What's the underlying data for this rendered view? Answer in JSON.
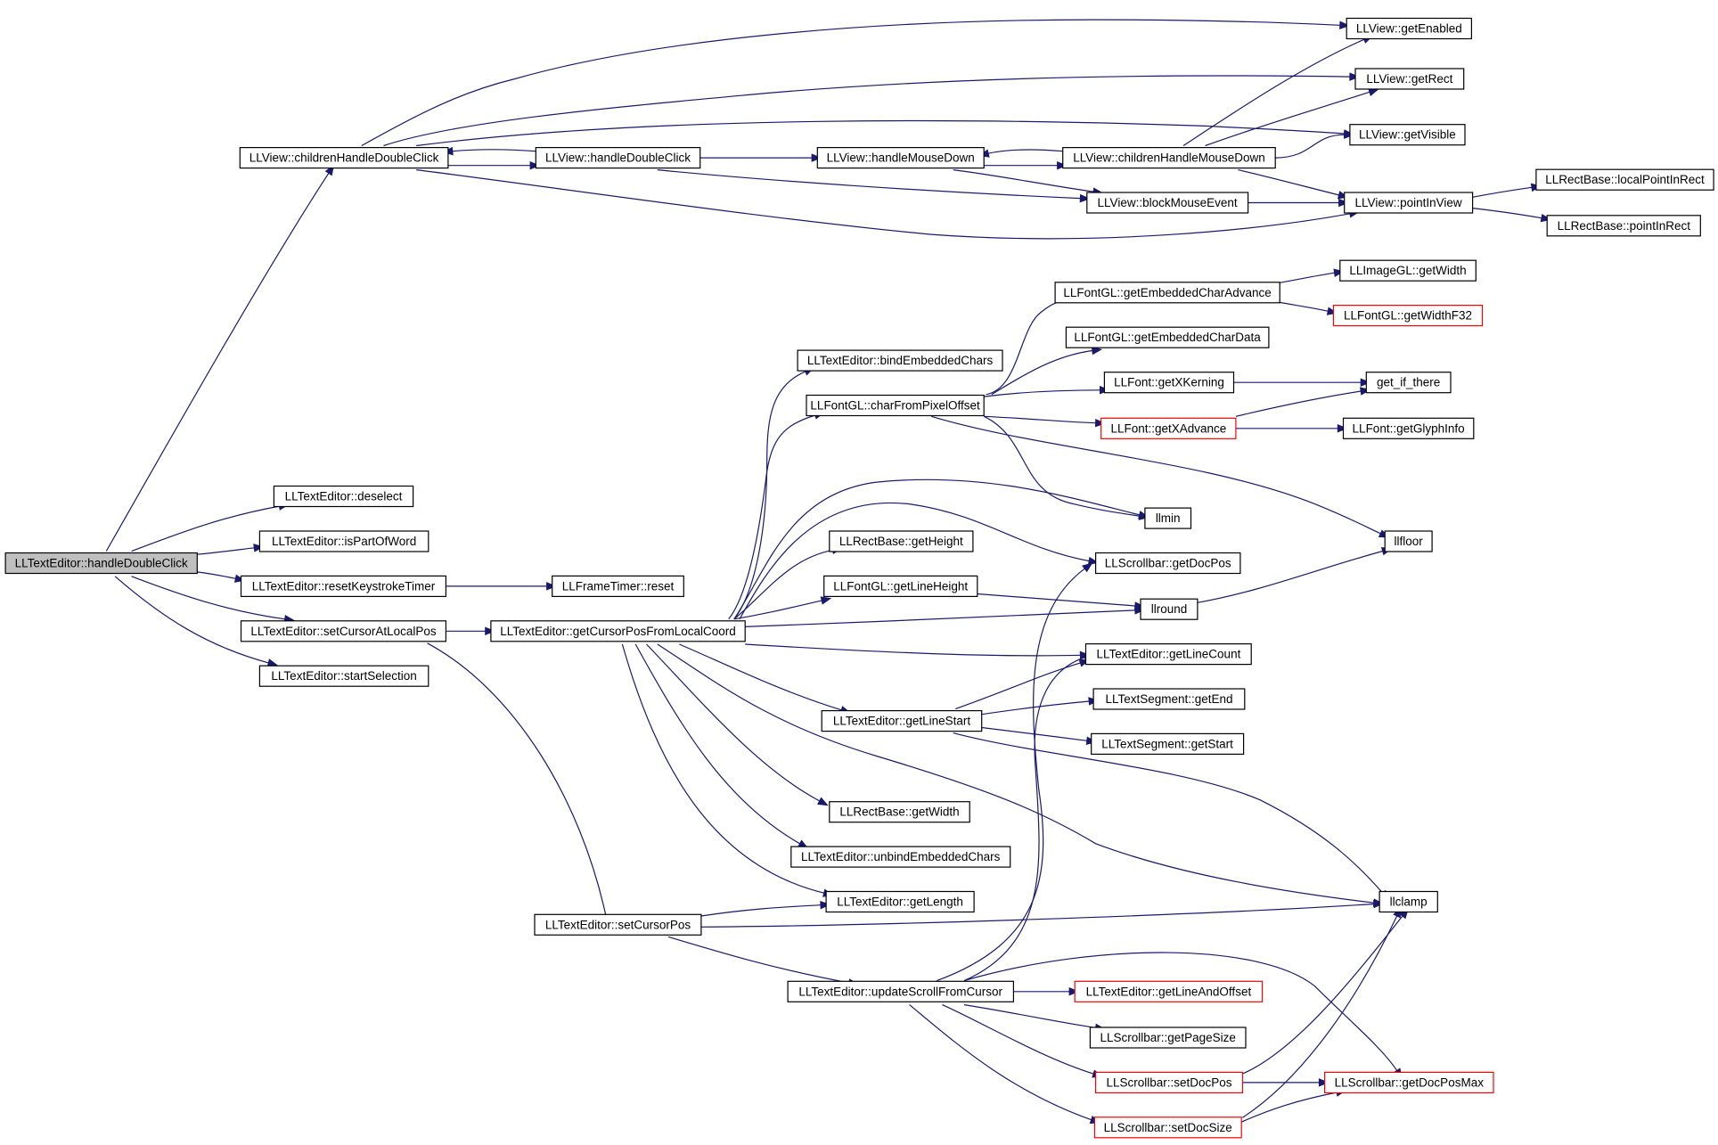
{
  "graph": {
    "nodes": [
      {
        "id": "n0",
        "label": "LLTextEditor::handleDoubleClick",
        "style": "root"
      },
      {
        "id": "n1",
        "label": "LLView::childrenHandleDoubleClick",
        "style": "normal"
      },
      {
        "id": "n2",
        "label": "LLView::handleDoubleClick",
        "style": "normal"
      },
      {
        "id": "n3",
        "label": "LLView::handleMouseDown",
        "style": "normal"
      },
      {
        "id": "n4",
        "label": "LLView::childrenHandleMouseDown",
        "style": "normal"
      },
      {
        "id": "n5",
        "label": "LLView::getEnabled",
        "style": "normal"
      },
      {
        "id": "n6",
        "label": "LLView::getRect",
        "style": "normal"
      },
      {
        "id": "n7",
        "label": "LLView::getVisible",
        "style": "normal"
      },
      {
        "id": "n8",
        "label": "LLView::blockMouseEvent",
        "style": "normal"
      },
      {
        "id": "n9",
        "label": "LLView::pointInView",
        "style": "normal"
      },
      {
        "id": "n10",
        "label": "LLRectBase::localPointInRect",
        "style": "normal"
      },
      {
        "id": "n11",
        "label": "LLRectBase::pointInRect",
        "style": "normal"
      },
      {
        "id": "n12",
        "label": "LLTextEditor::deselect",
        "style": "normal"
      },
      {
        "id": "n13",
        "label": "LLTextEditor::isPartOfWord",
        "style": "normal"
      },
      {
        "id": "n14",
        "label": "LLTextEditor::resetKeystrokeTimer",
        "style": "normal"
      },
      {
        "id": "n15",
        "label": "LLFrameTimer::reset",
        "style": "normal"
      },
      {
        "id": "n16",
        "label": "LLTextEditor::setCursorAtLocalPos",
        "style": "normal"
      },
      {
        "id": "n17",
        "label": "LLTextEditor::startSelection",
        "style": "normal"
      },
      {
        "id": "n18",
        "label": "LLTextEditor::getCursorPosFromLocalCoord",
        "style": "normal"
      },
      {
        "id": "n19",
        "label": "LLTextEditor::bindEmbeddedChars",
        "style": "normal"
      },
      {
        "id": "n20",
        "label": "LLFontGL::charFromPixelOffset",
        "style": "normal"
      },
      {
        "id": "n21",
        "label": "LLFontGL::getEmbeddedCharAdvance",
        "style": "normal"
      },
      {
        "id": "n22",
        "label": "LLImageGL::getWidth",
        "style": "normal"
      },
      {
        "id": "n23",
        "label": "LLFontGL::getWidthF32",
        "style": "red"
      },
      {
        "id": "n24",
        "label": "LLFontGL::getEmbeddedCharData",
        "style": "normal"
      },
      {
        "id": "n25",
        "label": "LLFont::getXKerning",
        "style": "normal"
      },
      {
        "id": "n26",
        "label": "get_if_there",
        "style": "normal"
      },
      {
        "id": "n27",
        "label": "LLFont::getXAdvance",
        "style": "red"
      },
      {
        "id": "n28",
        "label": "LLFont::getGlyphInfo",
        "style": "normal"
      },
      {
        "id": "n29",
        "label": "llmin",
        "style": "normal"
      },
      {
        "id": "n30",
        "label": "llfloor",
        "style": "normal"
      },
      {
        "id": "n31",
        "label": "LLRectBase::getHeight",
        "style": "normal"
      },
      {
        "id": "n32",
        "label": "LLScrollbar::getDocPos",
        "style": "normal"
      },
      {
        "id": "n33",
        "label": "LLFontGL::getLineHeight",
        "style": "normal"
      },
      {
        "id": "n34",
        "label": "llround",
        "style": "normal"
      },
      {
        "id": "n35",
        "label": "LLTextEditor::getLineCount",
        "style": "normal"
      },
      {
        "id": "n36",
        "label": "LLTextEditor::getLineStart",
        "style": "normal"
      },
      {
        "id": "n37",
        "label": "LLTextSegment::getEnd",
        "style": "normal"
      },
      {
        "id": "n38",
        "label": "LLTextSegment::getStart",
        "style": "normal"
      },
      {
        "id": "n39",
        "label": "LLRectBase::getWidth",
        "style": "normal"
      },
      {
        "id": "n40",
        "label": "LLTextEditor::unbindEmbeddedChars",
        "style": "normal"
      },
      {
        "id": "n41",
        "label": "LLTextEditor::getLength",
        "style": "normal"
      },
      {
        "id": "n42",
        "label": "LLTextEditor::setCursorPos",
        "style": "normal"
      },
      {
        "id": "n43",
        "label": "llclamp",
        "style": "normal"
      },
      {
        "id": "n44",
        "label": "LLTextEditor::updateScrollFromCursor",
        "style": "normal"
      },
      {
        "id": "n45",
        "label": "LLTextEditor::getLineAndOffset",
        "style": "red"
      },
      {
        "id": "n46",
        "label": "LLScrollbar::getPageSize",
        "style": "normal"
      },
      {
        "id": "n47",
        "label": "LLScrollbar::setDocPos",
        "style": "red"
      },
      {
        "id": "n48",
        "label": "LLScrollbar::getDocPosMax",
        "style": "red"
      },
      {
        "id": "n49",
        "label": "LLScrollbar::setDocSize",
        "style": "red"
      }
    ],
    "edges": [
      {
        "from": "n0",
        "to": "n1"
      },
      {
        "from": "n0",
        "to": "n12"
      },
      {
        "from": "n0",
        "to": "n13"
      },
      {
        "from": "n0",
        "to": "n14"
      },
      {
        "from": "n0",
        "to": "n16"
      },
      {
        "from": "n0",
        "to": "n17"
      },
      {
        "from": "n1",
        "to": "n2"
      },
      {
        "from": "n1",
        "to": "n5"
      },
      {
        "from": "n1",
        "to": "n6"
      },
      {
        "from": "n1",
        "to": "n7"
      },
      {
        "from": "n1",
        "to": "n9"
      },
      {
        "from": "n2",
        "to": "n1"
      },
      {
        "from": "n2",
        "to": "n3"
      },
      {
        "from": "n2",
        "to": "n8"
      },
      {
        "from": "n3",
        "to": "n4"
      },
      {
        "from": "n3",
        "to": "n8"
      },
      {
        "from": "n4",
        "to": "n3"
      },
      {
        "from": "n4",
        "to": "n5"
      },
      {
        "from": "n4",
        "to": "n6"
      },
      {
        "from": "n4",
        "to": "n7"
      },
      {
        "from": "n4",
        "to": "n9"
      },
      {
        "from": "n8",
        "to": "n9"
      },
      {
        "from": "n9",
        "to": "n10"
      },
      {
        "from": "n9",
        "to": "n11"
      },
      {
        "from": "n14",
        "to": "n15"
      },
      {
        "from": "n16",
        "to": "n18"
      },
      {
        "from": "n16",
        "to": "n42"
      },
      {
        "from": "n18",
        "to": "n19"
      },
      {
        "from": "n18",
        "to": "n20"
      },
      {
        "from": "n18",
        "to": "n29"
      },
      {
        "from": "n18",
        "to": "n31"
      },
      {
        "from": "n18",
        "to": "n32"
      },
      {
        "from": "n18",
        "to": "n33"
      },
      {
        "from": "n18",
        "to": "n34"
      },
      {
        "from": "n18",
        "to": "n35"
      },
      {
        "from": "n18",
        "to": "n36"
      },
      {
        "from": "n18",
        "to": "n39"
      },
      {
        "from": "n18",
        "to": "n40"
      },
      {
        "from": "n18",
        "to": "n41"
      },
      {
        "from": "n18",
        "to": "n43"
      },
      {
        "from": "n20",
        "to": "n21"
      },
      {
        "from": "n20",
        "to": "n24"
      },
      {
        "from": "n20",
        "to": "n25"
      },
      {
        "from": "n20",
        "to": "n27"
      },
      {
        "from": "n20",
        "to": "n29"
      },
      {
        "from": "n20",
        "to": "n30"
      },
      {
        "from": "n21",
        "to": "n22"
      },
      {
        "from": "n21",
        "to": "n23"
      },
      {
        "from": "n25",
        "to": "n26"
      },
      {
        "from": "n27",
        "to": "n26"
      },
      {
        "from": "n27",
        "to": "n28"
      },
      {
        "from": "n33",
        "to": "n34"
      },
      {
        "from": "n34",
        "to": "n30"
      },
      {
        "from": "n36",
        "to": "n35"
      },
      {
        "from": "n36",
        "to": "n37"
      },
      {
        "from": "n36",
        "to": "n38"
      },
      {
        "from": "n36",
        "to": "n43"
      },
      {
        "from": "n42",
        "to": "n41"
      },
      {
        "from": "n42",
        "to": "n43"
      },
      {
        "from": "n42",
        "to": "n44"
      },
      {
        "from": "n44",
        "to": "n32"
      },
      {
        "from": "n44",
        "to": "n35"
      },
      {
        "from": "n44",
        "to": "n45"
      },
      {
        "from": "n44",
        "to": "n46"
      },
      {
        "from": "n44",
        "to": "n47"
      },
      {
        "from": "n44",
        "to": "n48"
      },
      {
        "from": "n44",
        "to": "n49"
      },
      {
        "from": "n47",
        "to": "n43"
      },
      {
        "from": "n47",
        "to": "n48"
      },
      {
        "from": "n49",
        "to": "n43"
      },
      {
        "from": "n49",
        "to": "n48"
      }
    ]
  },
  "colors": {
    "edge": "#191970",
    "node_border": "#000000",
    "node_border_highlight": "#ff0000",
    "root_fill": "#bfbfbf",
    "background": "#ffffff"
  }
}
